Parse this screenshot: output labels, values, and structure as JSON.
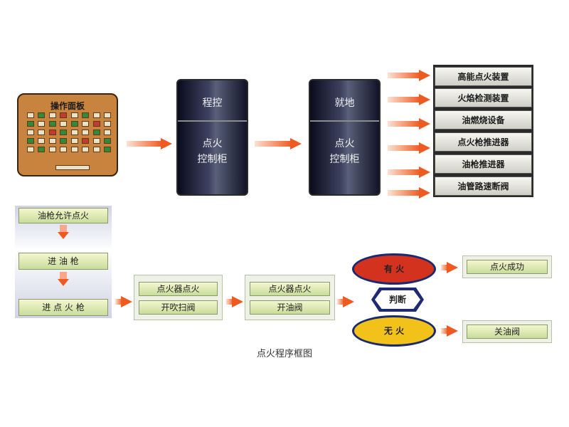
{
  "panel": {
    "title": "操作面板"
  },
  "cabinet_program": {
    "top_label": "程控",
    "bottom_line1": "点火",
    "bottom_line2": "控制柜"
  },
  "cabinet_local": {
    "top_label": "就地",
    "bottom_line1": "点火",
    "bottom_line2": "控制柜"
  },
  "devices": [
    "高能点火装置",
    "火焰检测装置",
    "油燃烧设备",
    "点火枪推进器",
    "油枪推进器",
    "油管路速断阀"
  ],
  "sequence": [
    "油枪允许点火",
    "进  油  枪",
    "进 点 火 枪"
  ],
  "igniter_groups": [
    {
      "line1": "点火器点火",
      "line2": "开吹扫阀"
    },
    {
      "line1": "点火器点火",
      "line2": "开油阀"
    }
  ],
  "decision": {
    "has_fire": "有 火",
    "judge": "判断",
    "no_fire": "无 火"
  },
  "results": {
    "success": "点火成功",
    "fail": "关油阀"
  },
  "caption": "点火程序框图",
  "colors": {
    "arrow": "#ef5a22",
    "has_fire": "#d2321e",
    "no_fire": "#f2c21a",
    "panel": "#c8843e",
    "border": "#1a2a6e"
  }
}
